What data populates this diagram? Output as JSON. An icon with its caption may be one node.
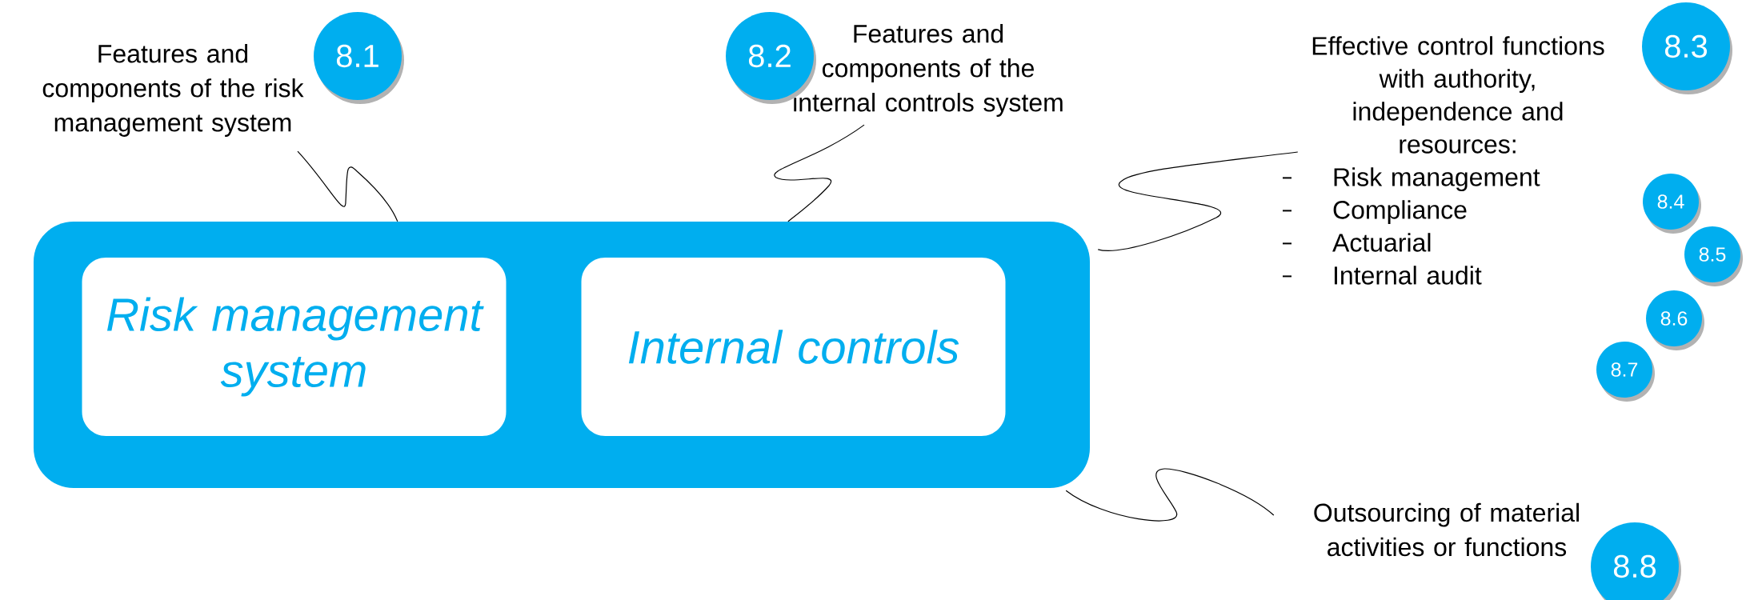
{
  "diagram": {
    "nodes": [
      {
        "text": [],
        "shape": "box"
      },
      {
        "text": [
          "Risk management system"
        ],
        "in": 0
      },
      {
        "text": [
          "Internal controls"
        ],
        "in": 0
      },
      {
        "text": [
          "Features and components of the risk management system"
        ]
      },
      {
        "text": [
          "Features and components of the internal controls system"
        ]
      },
      {
        "text": [
          "Effective control functions with authority, independence and resources:",
          "Risk management",
          "Compliance",
          "Actuarial",
          "Internal audit"
        ]
      },
      {
        "text": [
          "Outsourcing of material activities or functions"
        ]
      },
      {
        "text": [
          "8.1"
        ]
      },
      {
        "text": [
          "8.2"
        ]
      },
      {
        "text": [
          "8.3"
        ]
      },
      {
        "text": [
          "8.4"
        ]
      },
      {
        "text": [
          "8.5"
        ]
      },
      {
        "text": [
          "8.6"
        ]
      },
      {
        "text": [
          "8.7"
        ]
      },
      {
        "text": [
          "8.8"
        ]
      }
    ],
    "edges": [
      {
        "from": 3,
        "to": 0,
        "arrow": "none"
      },
      {
        "from": 4,
        "to": 0,
        "arrow": "none"
      },
      {
        "from": 5,
        "to": 0,
        "arrow": "none"
      },
      {
        "from": 6,
        "to": 0,
        "arrow": "none"
      }
    ]
  }
}
